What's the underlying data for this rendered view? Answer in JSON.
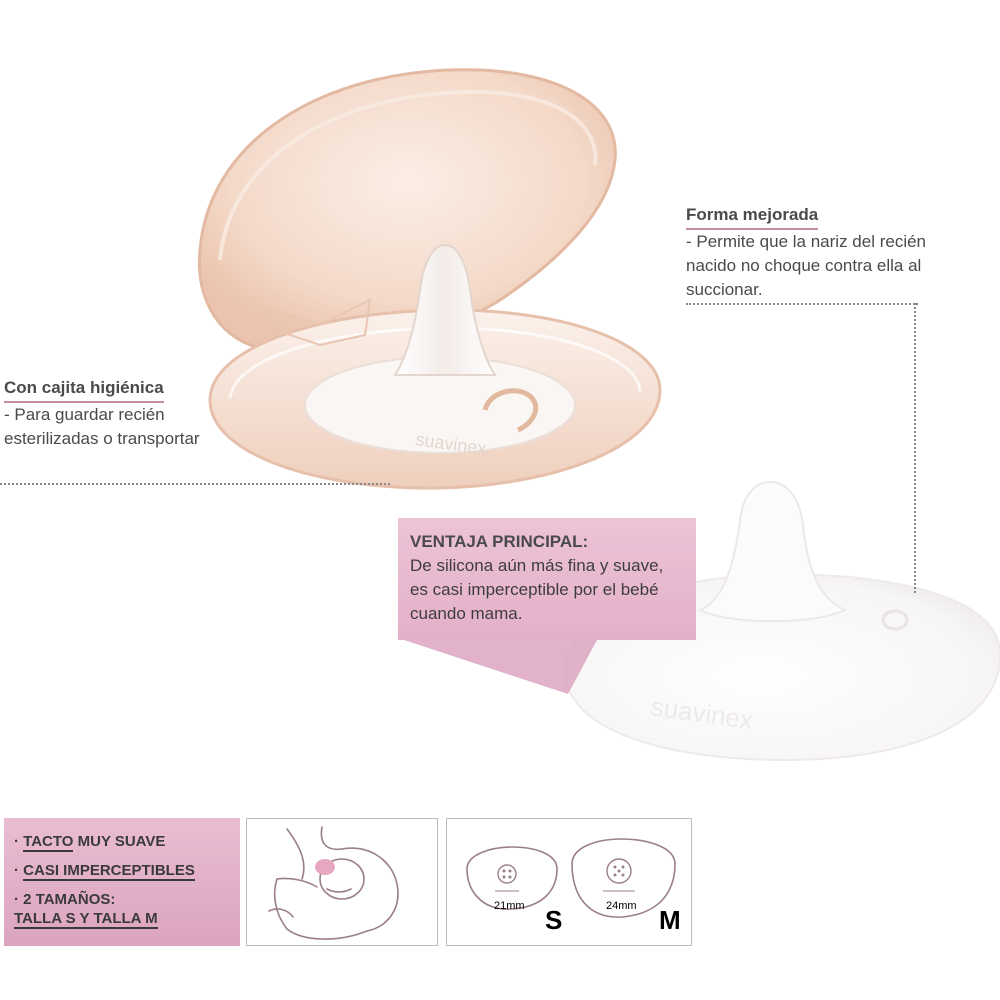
{
  "callouts": {
    "left": {
      "title": "Con cajita higiénica",
      "text": "- Para guardar recién esterilizadas o transportar"
    },
    "right": {
      "title": "Forma mejorada",
      "text": "- Permite que la nariz del recién nacido no choque contra ella al succionar."
    }
  },
  "advantage": {
    "title": "VENTAJA PRINCIPAL:",
    "text": "De silicona aún más fina y suave, es casi imperceptible por el bebé cuando mama."
  },
  "product": {
    "case_brand": "suavinex",
    "shield_brand": "suavinex"
  },
  "features": [
    {
      "prefix": "· ",
      "underlined": "TACTO",
      "rest": " MUY SUAVE"
    },
    {
      "prefix": "· ",
      "underlined": "CASI IMPERCEPTIBLES",
      "rest": ""
    },
    {
      "prefix": "· 2 TAMAÑOS:",
      "underlined": "",
      "rest": "",
      "line2_underlined": "TALLA S Y TALLA M"
    }
  ],
  "sizes": [
    {
      "letter": "S",
      "mm": "21mm"
    },
    {
      "letter": "M",
      "mm": "24mm"
    }
  ],
  "colors": {
    "accent_pink": "#e4b0c9",
    "underline_pink": "#c78aa7",
    "size_letter": "#d9a3bd",
    "case_peach": "#f3d6c6"
  },
  "icons": {
    "illustration": "breastfeeding-baby-icon",
    "size_s": "nipple-shield-size-s-icon",
    "size_m": "nipple-shield-size-m-icon"
  }
}
